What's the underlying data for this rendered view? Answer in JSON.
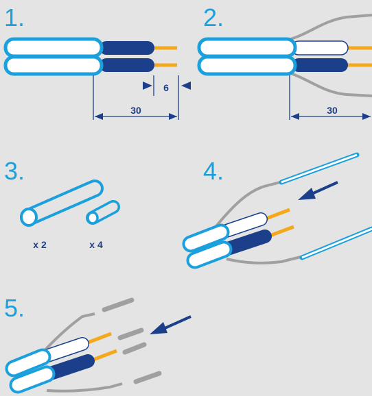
{
  "steps": [
    {
      "number": "1."
    },
    {
      "number": "2."
    },
    {
      "number": "3."
    },
    {
      "number": "4."
    },
    {
      "number": "5."
    }
  ],
  "step1": {
    "strip_short": "6",
    "strip_long": "30"
  },
  "step2": {
    "strip_long": "30"
  },
  "step3": {
    "sleeve_large_qty": "x 2",
    "sleeve_small_qty": "x 4"
  },
  "colors": {
    "sheath": "#1aa0dd",
    "conductor_dark": "#1b3f8b",
    "copper": "#f4a81c",
    "gray": "#a0a0a0",
    "background": "#e4e4e4"
  }
}
